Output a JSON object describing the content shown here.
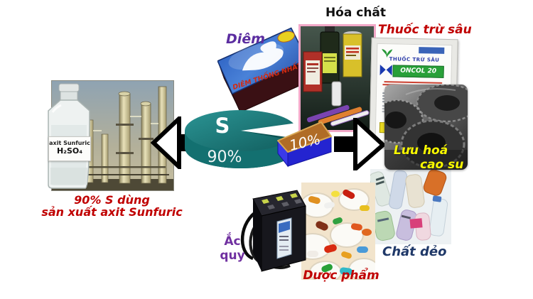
{
  "pie": {
    "symbol": "S",
    "major_label": "90%",
    "minor_label": "10%"
  },
  "labels": {
    "chemicals": "Hóa chất",
    "matches": "Diêm",
    "pesticide": "Thuốc trừ sâu",
    "rubber_line1": "Lưu hoá",
    "rubber_line2": "cao su",
    "plastics": "Chất dẻo",
    "pharma": "Dược phẩm",
    "battery_line1": "Ắc",
    "battery_line2": "quy",
    "caption_line1": "90% S dùng",
    "caption_line2": "sản xuất axit Sunfuric"
  },
  "bottle": {
    "name": "axit Sunfuric",
    "formula": "H₂SO₄"
  },
  "matchbox": {
    "brand": "DIÊM THỐNG NHẤT"
  },
  "pesticide_label": {
    "header": "THUỐC TRỪ SÂU",
    "product": "ONCOL 20"
  },
  "colors": {
    "pie_teal": "#157070",
    "wedge_blue": "#2424d0",
    "wedge_top": "#b06c26",
    "red_text": "#c00000",
    "purple_text": "#6a2fa0",
    "yellow_text": "#f8f800",
    "navy_text": "#1f3868"
  },
  "chart_data": {
    "type": "pie",
    "title": "S",
    "categories": [
      "90%",
      "10%"
    ],
    "values": [
      90,
      10
    ],
    "annotations": [
      "90% S dùng sản xuất axit Sunfuric"
    ]
  }
}
